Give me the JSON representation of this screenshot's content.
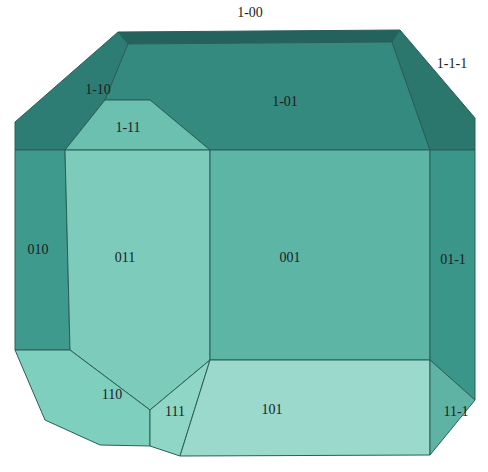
{
  "diagram": {
    "labels": [
      "1-00",
      "1-10",
      "1-01",
      "1-1-1",
      "1-11",
      "010",
      "011",
      "001",
      "01-1",
      "110",
      "111",
      "101",
      "11-1"
    ]
  }
}
